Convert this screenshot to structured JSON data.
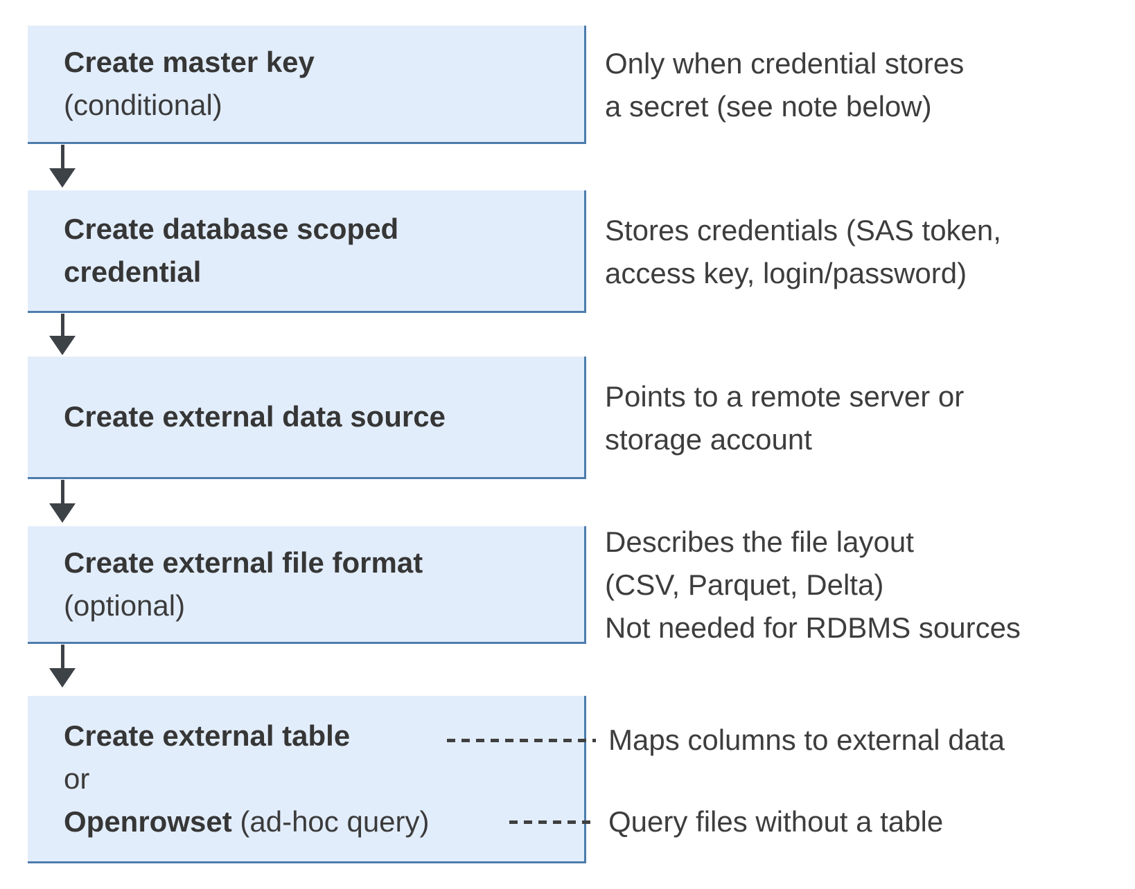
{
  "colors": {
    "box_fill": "#e2edfb",
    "box_border": "#4d7cac",
    "arrow": "#3d4247",
    "title_text": "#363636",
    "body_text": "#3d3d3d"
  },
  "boxes": [
    {
      "title": "Create master key",
      "note": "(conditional)"
    },
    {
      "title": "Create database scoped\ncredential"
    },
    {
      "title": "Create external data source"
    },
    {
      "title": "Create external file format",
      "note": "(optional)"
    },
    {
      "title": "Create external table",
      "or_label": "or",
      "alt_title": "Openrowset",
      "alt_note": " (ad-hoc query)"
    }
  ],
  "side_notes": [
    {
      "text": "Only when credential stores\na secret (see note below)"
    },
    {
      "text": "Stores credentials (SAS token,\naccess key, login/password)"
    },
    {
      "text": "Points to a remote server or\nstorage account"
    },
    {
      "text": "Describes the file layout\n(CSV, Parquet, Delta)\nNot needed for RDBMS sources"
    },
    {
      "text": "Maps columns to external data"
    },
    {
      "text": "Query files without a table"
    }
  ]
}
